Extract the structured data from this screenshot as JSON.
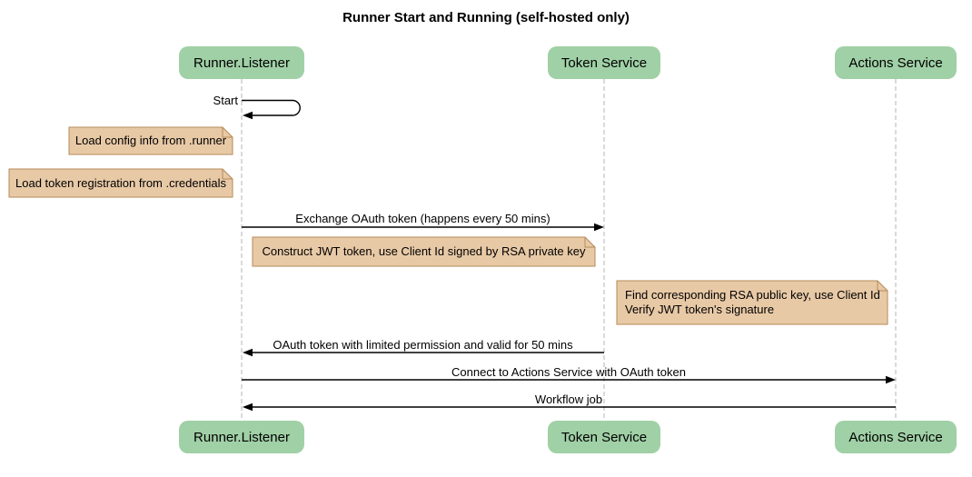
{
  "title": "Runner Start and Running (self-hosted only)",
  "participants": [
    {
      "name": "Runner.Listener"
    },
    {
      "name": "Token Service"
    },
    {
      "name": "Actions Service"
    }
  ],
  "messages": {
    "self_start": "Start",
    "exchange_oauth": "Exchange OAuth token (happens every 50 mins)",
    "oauth_return": "OAuth token with limited permission and valid for 50 mins",
    "connect_actions": "Connect to Actions Service with OAuth token",
    "workflow_job": "Workflow job"
  },
  "notes": {
    "load_config": "Load config info from .runner",
    "load_token_registration": "Load token registration from .credentials",
    "construct_jwt": "Construct JWT token, use Client Id signed by RSA private key",
    "verify_jwt": "Find corresponding RSA public key, use Client Id\nVerify JWT token's signature"
  },
  "colors": {
    "participant_fill": "#a0d0a6",
    "note_fill": "#e8c9a6",
    "note_border": "#b58a5a",
    "lifeline": "#b5b5b5",
    "message_line": "#000000"
  }
}
